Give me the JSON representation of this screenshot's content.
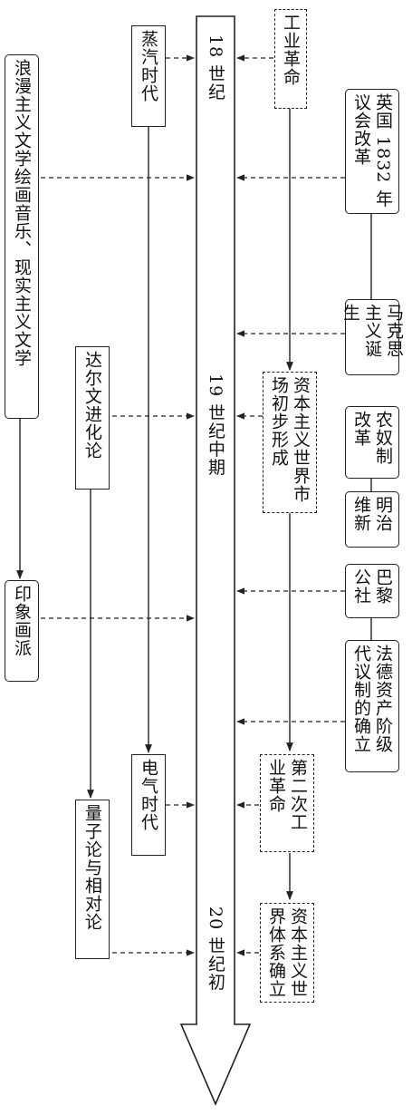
{
  "timeline": {
    "t18": "18 世纪",
    "t19": "19 世纪中期",
    "t20": "20 世纪初"
  },
  "politics": {
    "britain_reform": "英国 1832 年议会改革",
    "marxism": "马克思主义诞生",
    "serfdom_reform": "农奴制改革",
    "meiji": "明治维新",
    "paris_commune": "巴黎公社",
    "france_germany": "法德资产阶级代议制的确立"
  },
  "economy": {
    "industrial_rev": "工业革命",
    "world_market": "资本主义世界市场初步形成",
    "second_industrial": "第二次工业革命",
    "world_system": "资本主义世界体系确立"
  },
  "technology": {
    "steam_age": "蒸汽时代",
    "electric_age": "电气时代"
  },
  "science": {
    "darwin": "达尔文进化论",
    "quantum": "量子论与相对论"
  },
  "culture": {
    "romanticism": "浪漫主义文学绘画音乐、现实主义文学",
    "impressionism": "印象画派"
  }
}
